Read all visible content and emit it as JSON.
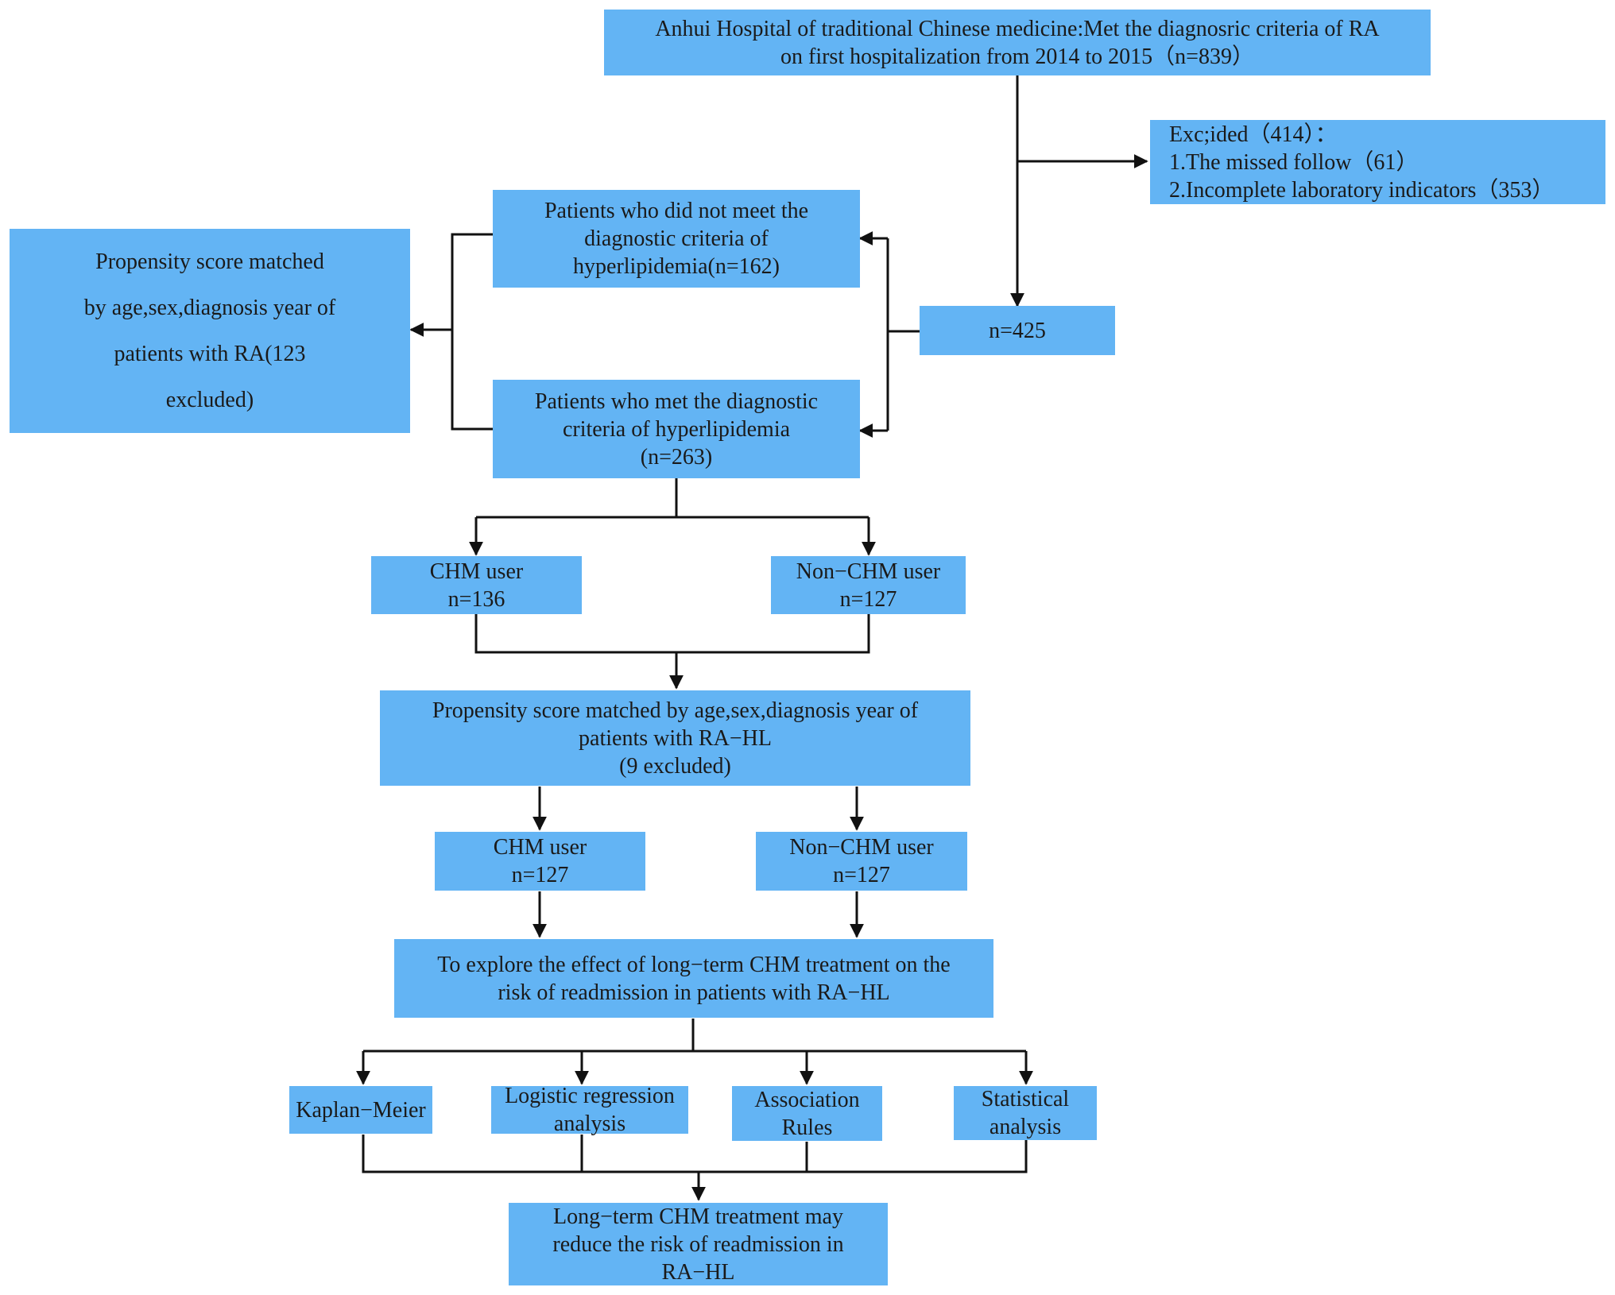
{
  "nodes": {
    "source": "Anhui Hospital of traditional Chinese medicine:Met the diagnosric criteria of RA\non first hospitalization from 2014 to 2015（n=839）",
    "excluded": "Exc;ided（414）：\n1.The missed follow（61）\n2.Incomplete laboratory indicators（353）",
    "n425": "n=425",
    "no_hl": "Patients who did not meet the\ndiagnostic criteria of\nhyperlipidemia(n=162)",
    "hl": "Patients who met the diagnostic\ncriteria of hyperlipidemia\n(n=263)",
    "psm_ra": "Propensity score matched\nby age,sex,diagnosis year of\npatients  with RA(123\nexcluded)",
    "chm1": "CHM user\nn=136",
    "nonchm1": "Non−CHM user\nn=127",
    "psm_hl": "Propensity score matched by age,sex,diagnosis year of\npatients with RA−HL\n(9 excluded)",
    "chm2": "CHM user\nn=127",
    "nonchm2": "Non−CHM user\nn=127",
    "explore": "To explore the effect of long−term CHM treatment on the\nrisk of  readmission in patients with RA−HL",
    "km": "Kaplan−Meier",
    "logistic": "Logistic regression\nanalysis",
    "assoc": "Association\nRules",
    "stat": "Statistical\nanalysis",
    "conclusion": "Long−term CHM treatment may\nreduce the risk of readmission in\nRA−HL"
  },
  "colors": {
    "box_fill": "#63b4f4",
    "line": "#111111",
    "text": "#1a1a1a"
  }
}
